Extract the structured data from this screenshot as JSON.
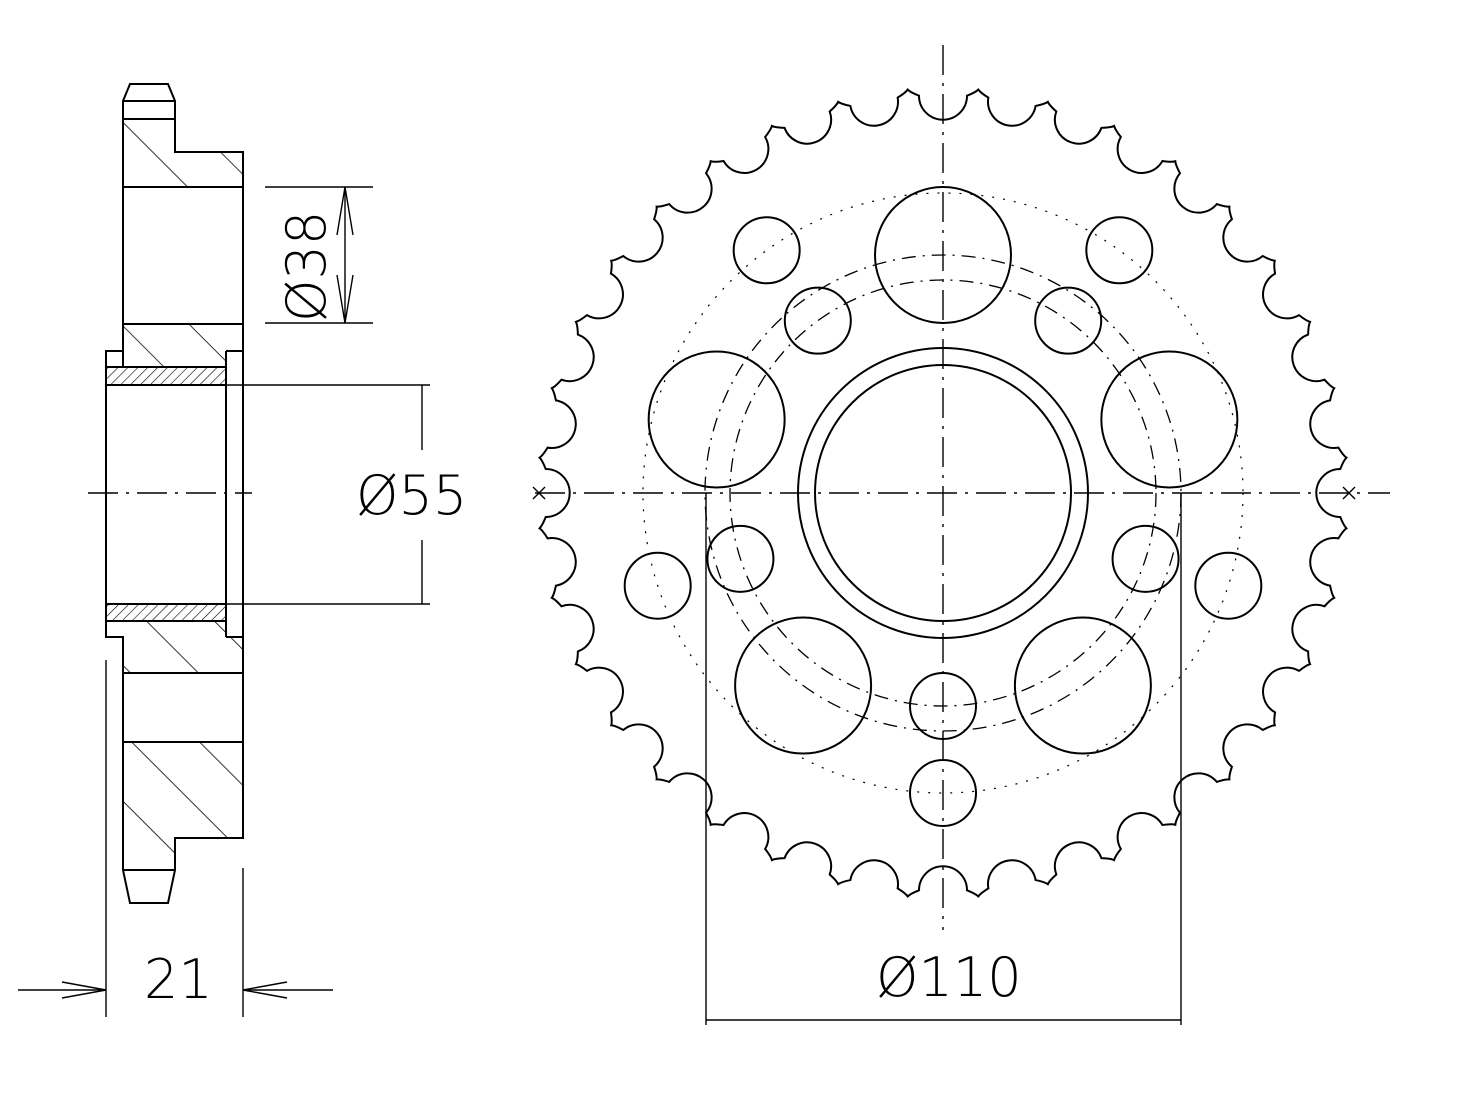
{
  "drawing": {
    "dimensions": {
      "hub_bore": "Ø38",
      "center_bore": "Ø55",
      "bolt_circle": "Ø110",
      "width": "21"
    },
    "sprocket": {
      "teeth": 36,
      "large_holes": 5,
      "small_holes_inner_ring": 5,
      "small_holes_outer_ring": 5
    },
    "line_color": "#000000",
    "background_color": "#ffffff"
  }
}
